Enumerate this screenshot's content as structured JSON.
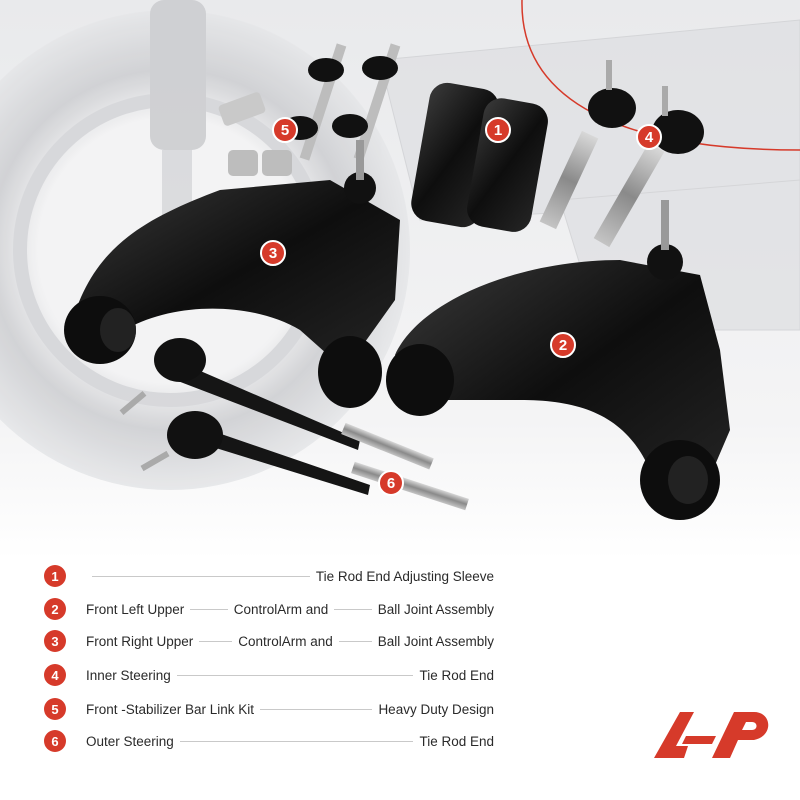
{
  "callouts": [
    "1",
    "2",
    "3",
    "4",
    "5",
    "6"
  ],
  "legend": [
    {
      "num": "1",
      "parts": [
        "Tie Rod End Adjusting Sleeve"
      ]
    },
    {
      "num": "2",
      "parts": [
        "Front Left Upper",
        "ControlArm and",
        "Ball Joint Assembly"
      ]
    },
    {
      "num": "3",
      "parts": [
        "Front Right Upper",
        "ControlArm and",
        "Ball Joint Assembly"
      ]
    },
    {
      "num": "4",
      "parts": [
        "Inner Steering",
        "Tie Rod End"
      ]
    },
    {
      "num": "5",
      "parts": [
        "Front -Stabilizer Bar Link Kit",
        "Heavy Duty Design"
      ]
    },
    {
      "num": "6",
      "parts": [
        "Outer Steering",
        "Tie Rod End"
      ]
    }
  ],
  "colors": {
    "accent": "#d63a2a",
    "text": "#2a2a2a",
    "rule": "#c9c9c9"
  },
  "logo": {
    "icon": "a-premium-logo-icon"
  }
}
